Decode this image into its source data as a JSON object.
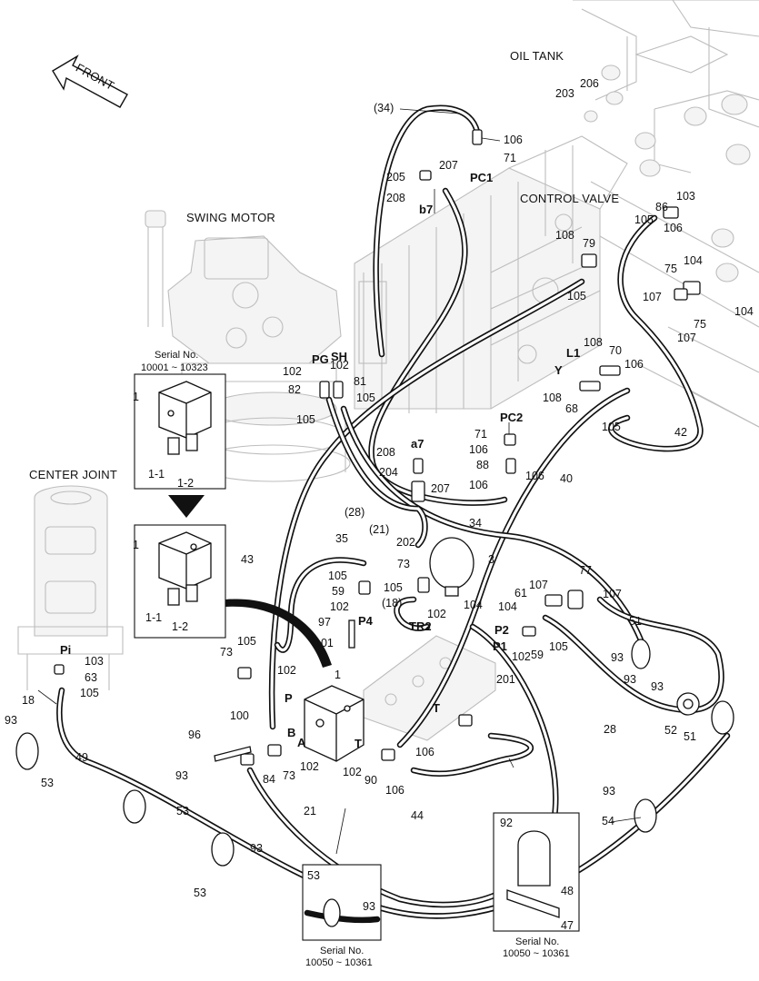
{
  "section_titles": {
    "oil_tank": "OIL TANK",
    "control_valve": "CONTROL VALVE",
    "swing_motor": "SWING MOTOR",
    "center_joint": "CENTER JOINT",
    "front": "FRONT"
  },
  "inset_boxes": [
    {
      "serial_title": "Serial No.",
      "serial_range": "10001 ~ 10323",
      "item_label": "1",
      "sub_labels": [
        "1-1",
        "1-2"
      ]
    },
    {
      "serial_title": "",
      "serial_range": "",
      "item_label": "1",
      "sub_labels": [
        "1-1",
        "1-2"
      ]
    },
    {
      "serial_title": "Serial No.",
      "serial_range": "10050 ~ 10361",
      "part_numbers": [
        "53",
        "93"
      ]
    },
    {
      "serial_title": "Serial No.",
      "serial_range": "10050 ~ 10361",
      "part_numbers": [
        "92",
        "48",
        "47"
      ]
    }
  ],
  "port_labels": [
    "PG",
    "SH",
    "PC1",
    "b7",
    "a7",
    "PC2",
    "L1",
    "Y",
    "P4",
    "TR2",
    "P2",
    "P1",
    "Pi",
    "P",
    "B",
    "A",
    "T",
    "T"
  ],
  "part_callouts": [
    "(34)",
    "106",
    "71",
    "207",
    "205",
    "208",
    "203",
    "206",
    "103",
    "86",
    "105",
    "106",
    "108",
    "79",
    "105",
    "75",
    "104",
    "107",
    "75",
    "104",
    "107",
    "102",
    "102",
    "82",
    "81",
    "105",
    "105",
    "108",
    "70",
    "106",
    "108",
    "68",
    "105",
    "42",
    "71",
    "106",
    "88",
    "106",
    "208",
    "204",
    "207",
    "106",
    "34",
    "202",
    "(28)",
    "(21)",
    "40",
    "35",
    "43",
    "105",
    "59",
    "102",
    "73",
    "105",
    "(18)",
    "102",
    "104",
    "3",
    "61",
    "107",
    "77",
    "107",
    "104",
    "59",
    "105",
    "102",
    "97",
    "101",
    "201",
    "51",
    "93",
    "93",
    "93",
    "52",
    "51",
    "28",
    "103",
    "63",
    "105",
    "18",
    "93",
    "49",
    "53",
    "93",
    "53",
    "93",
    "53",
    "73",
    "105",
    "102",
    "96",
    "100",
    "84",
    "73",
    "102",
    "102",
    "90",
    "106",
    "106",
    "44",
    "21",
    "1",
    "93",
    "54"
  ]
}
